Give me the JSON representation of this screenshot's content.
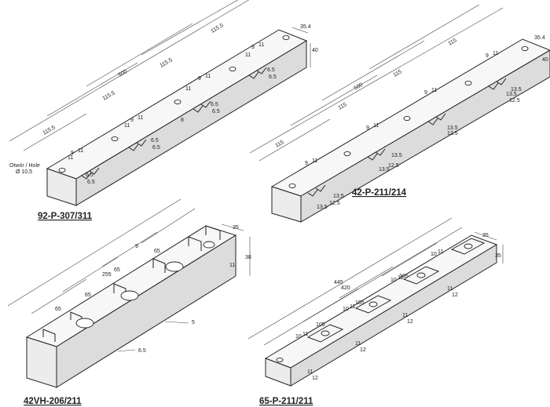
{
  "parts": [
    {
      "id": "p1",
      "label": "92-P-307/311",
      "hole_note_line1": "Otwór / Hole",
      "hole_note_line2": "Ø 10,5",
      "dims": [
        "500",
        "115.5",
        "115.5",
        "115.5",
        "115.5",
        "35.4",
        "40",
        "9",
        "11",
        "9",
        "11",
        "9",
        "11",
        "9",
        "11",
        "11",
        "11",
        "11",
        "11",
        "6.5",
        "6.5",
        "6.5",
        "6.5",
        "6.5",
        "6.5",
        "6.5",
        "6.5",
        "8"
      ]
    },
    {
      "id": "p2",
      "label": "42-P-211/214",
      "dims": [
        "500",
        "115",
        "115",
        "115",
        "115",
        "35.4",
        "40",
        "9",
        "11",
        "9",
        "11",
        "9",
        "11",
        "9",
        "11",
        "13.5",
        "12.5",
        "13.5",
        "12.5",
        "13.5",
        "12.5",
        "13.5",
        "12.5",
        "13.5",
        "13.5",
        "13.5"
      ]
    },
    {
      "id": "p3",
      "label": "42VH-206/211",
      "dims": [
        "255",
        "65",
        "65",
        "65",
        "65",
        "35",
        "38",
        "9",
        "11",
        "5",
        "6.5"
      ]
    },
    {
      "id": "p4",
      "label": "65-P-211/211",
      "dims": [
        "445",
        "420",
        "105",
        "105",
        "105",
        "35",
        "35",
        "10",
        "11",
        "10",
        "11",
        "10",
        "11",
        "10",
        "11",
        "11",
        "12",
        "11",
        "12",
        "11",
        "12",
        "11",
        "12"
      ]
    }
  ]
}
